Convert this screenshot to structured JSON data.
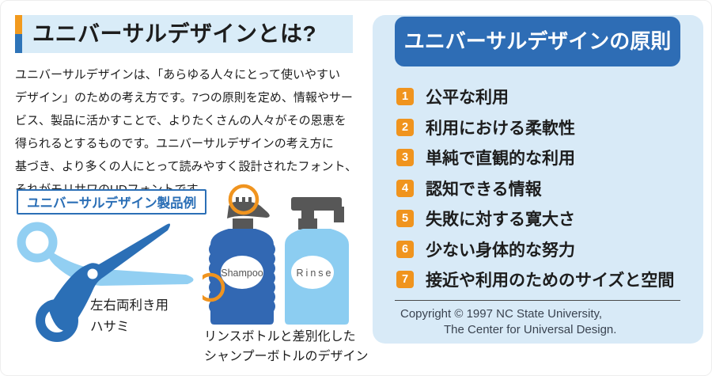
{
  "left": {
    "title": "ユニバーサルデザインとは?",
    "body": "ユニバーサルデザインは、「あらゆる人々にとって使いやすい\nデザイン」のための考え方です。7つの原則を定め、情報やサー\nビス、製品に活かすことで、よりたくさんの人々がその恩恵を\n得られるとするものです。ユニバーサルデザインの考え方に\n基づき、より多くの人にとって読みやすく設計されたフォント、\nそれがモリサワのUDフォントです。",
    "example_label": "ユニバーサルデザイン製品例",
    "scissors_caption": "左右両利き用\nハサミ",
    "bottles_caption": "リンスボトルと差別化した\nシャンプーボトルのデザイン",
    "shampoo_label": "Shampoo",
    "rinse_label": "Rinse"
  },
  "principles": {
    "title": "ユニバーサルデザインの原則",
    "items": [
      {
        "num": "1",
        "label": "公平な利用"
      },
      {
        "num": "2",
        "label": "利用における柔軟性"
      },
      {
        "num": "3",
        "label": "単純で直観的な利用"
      },
      {
        "num": "4",
        "label": "認知できる情報"
      },
      {
        "num": "5",
        "label": "失敗に対する寛大さ"
      },
      {
        "num": "6",
        "label": "少ない身体的な努力"
      },
      {
        "num": "7",
        "label": "接近や利用のためのサイズと空間"
      }
    ],
    "copyright_line1": "Copyright © 1997 NC State University,",
    "copyright_line2": "The Center for Universal Design."
  },
  "colors": {
    "accent-orange": "#f29a1e",
    "accent-blue": "#2e74b8",
    "header-blue": "#2e6db5",
    "panel-bg": "#d8eaf7",
    "title-bg": "#d9ecf8",
    "text-dark": "#1d1d1d",
    "box-blue": "#2b6fb6",
    "scissors-dark": "#2b6fb6",
    "scissors-light": "#92cff2",
    "shampoo-blue": "#3268b3",
    "rinse-blue": "#8ccdf1",
    "pump-gray": "#575757",
    "highlight-orange": "#f0941f",
    "number-orange": "#f0941e",
    "copyright-text": "#3a4350"
  }
}
